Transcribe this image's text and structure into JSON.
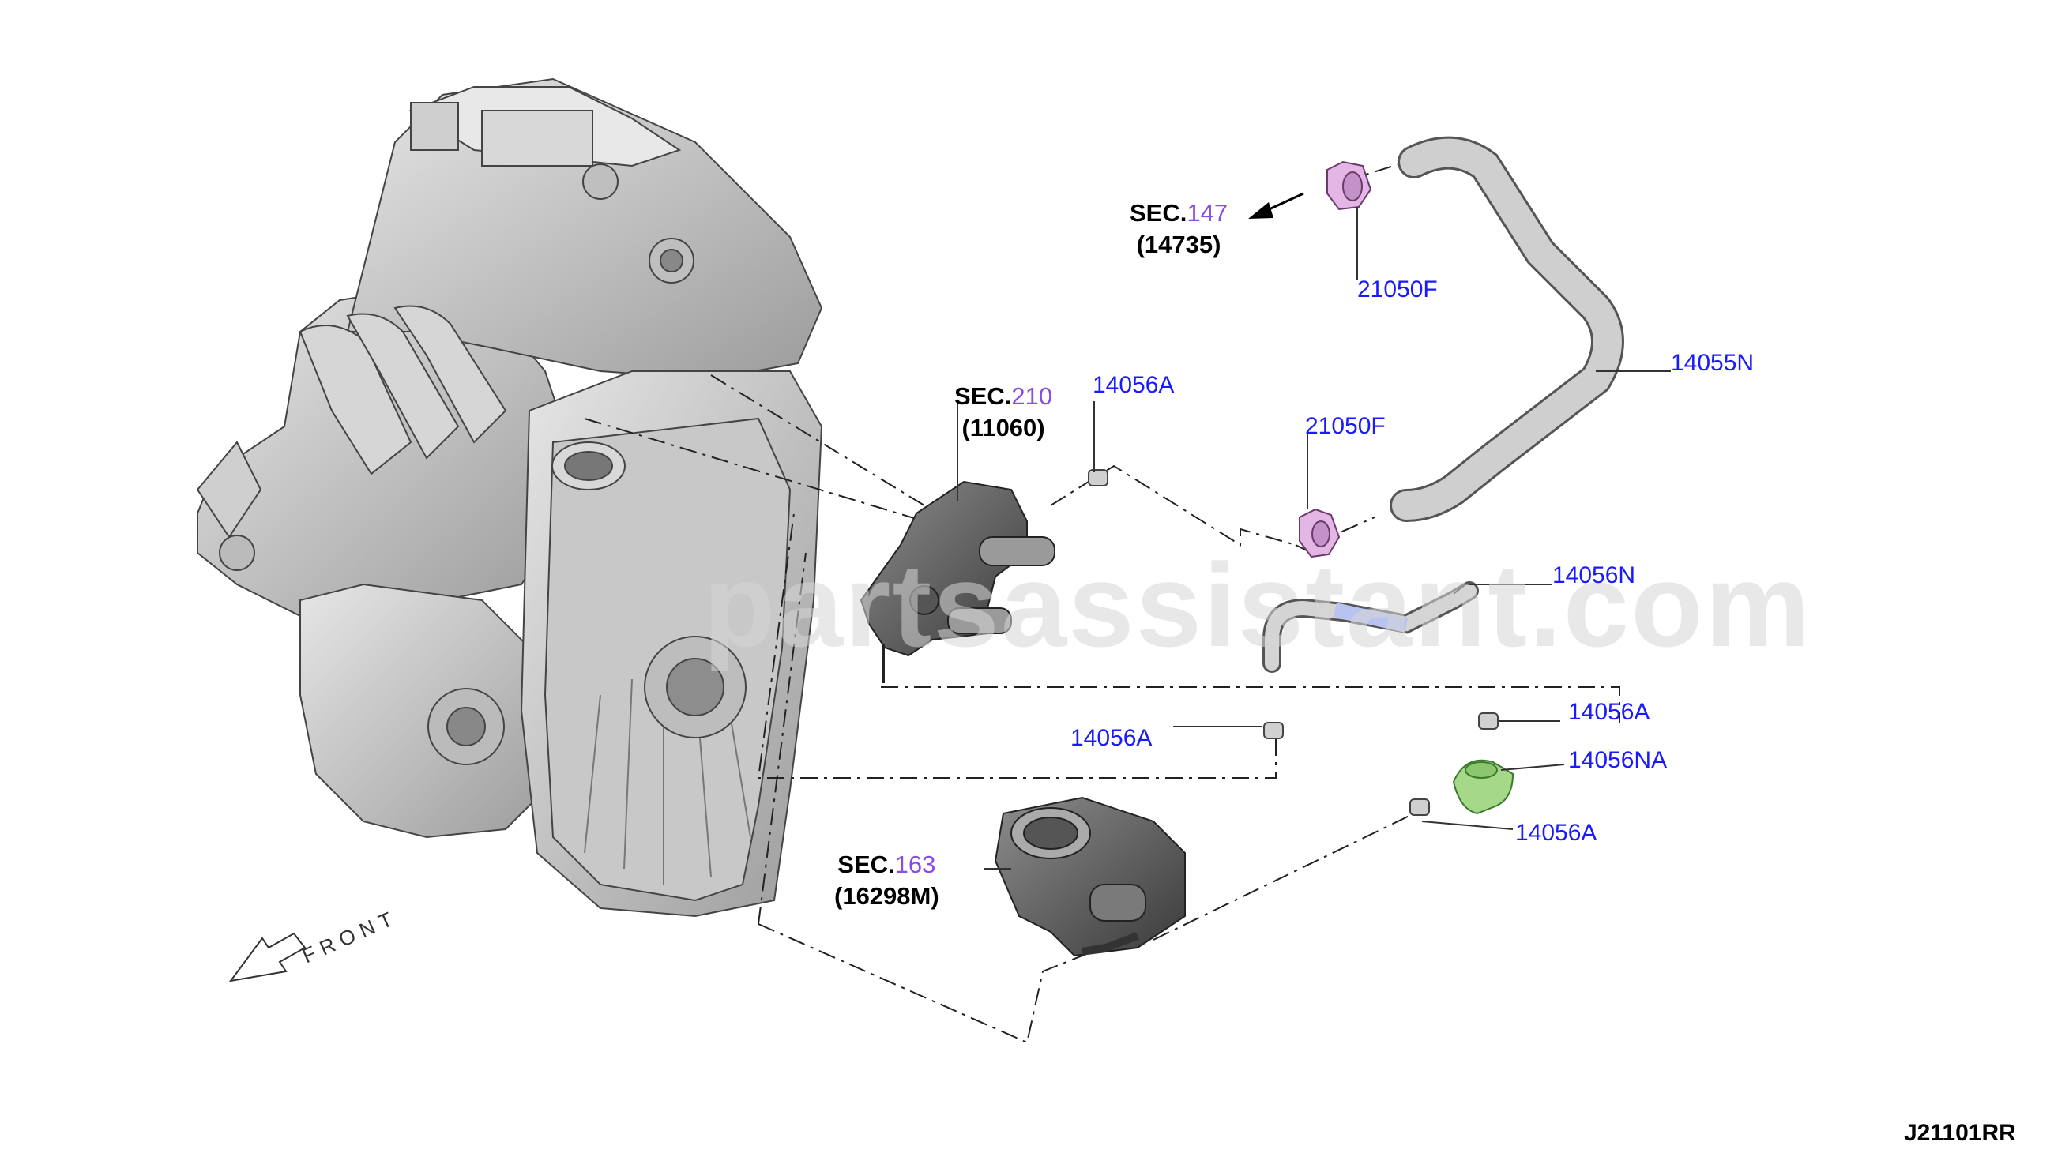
{
  "watermark": "partsassistant.com",
  "front_label": "FRONT",
  "diagram_code": "J21101RR",
  "sections": [
    {
      "prefix": "SEC.",
      "number": "147",
      "part": "(14735)"
    },
    {
      "prefix": "SEC.",
      "number": "210",
      "part": "(11060)"
    },
    {
      "prefix": "SEC.",
      "number": "163",
      "part": "(16298M)"
    }
  ],
  "callouts": {
    "clamp_upper_left": "21050F",
    "clamp_lower": "21050F",
    "hose_main": "14055N",
    "hose_small": "14056N",
    "clip_top": "14056A",
    "clip_right": "14056A",
    "clip_left": "14056A",
    "clip_bottom": "14056A",
    "hose_elbow": "14056NA"
  },
  "colors": {
    "callout_text": "#1a1aff",
    "sec_number": "#8a4ee8",
    "clamp_fill": "#e3b6e6",
    "elbow_fill": "#a6d88a",
    "hose_fill": "#c9c9c9",
    "metal_fill": "#d2d2d2"
  }
}
